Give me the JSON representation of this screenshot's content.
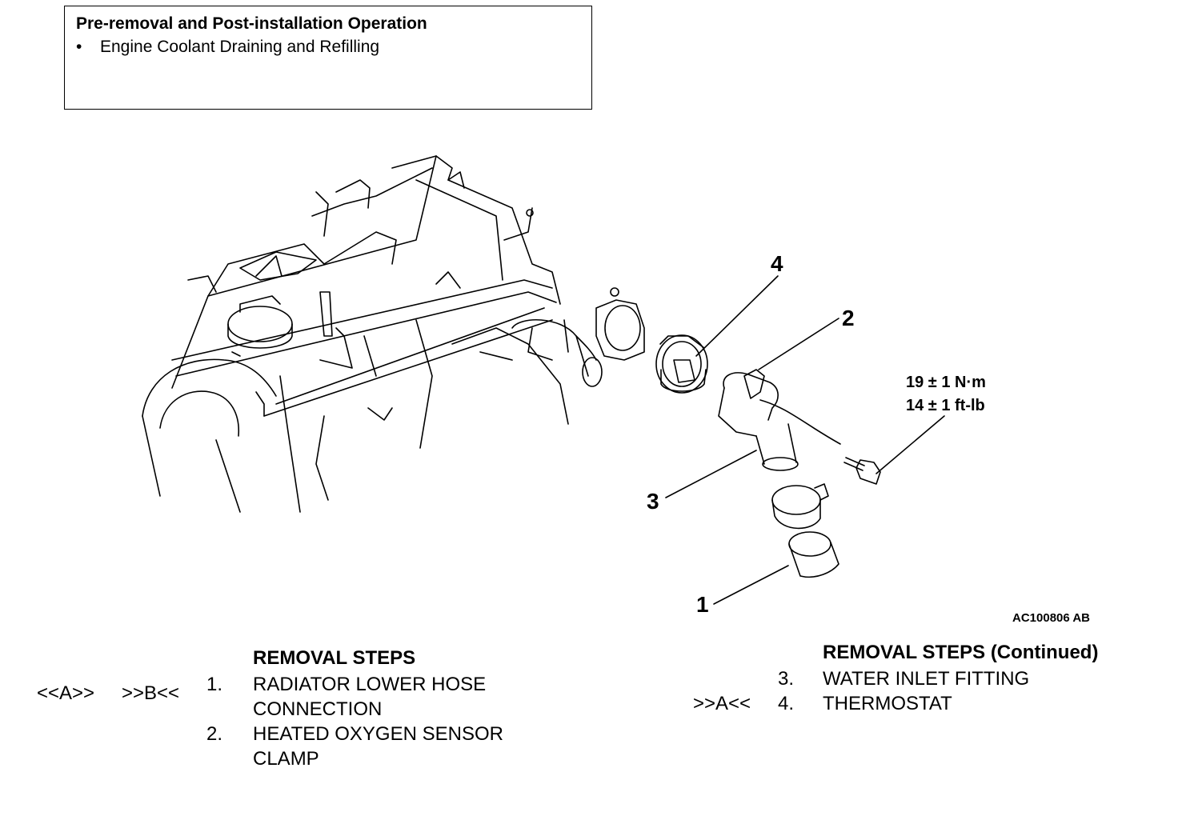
{
  "pre_operation": {
    "title": "Pre-removal and Post-installation Operation",
    "bullet": "•",
    "items": [
      "Engine Coolant Draining and Refilling"
    ]
  },
  "callouts": {
    "c1": "1",
    "c2": "2",
    "c3": "3",
    "c4": "4"
  },
  "torque": {
    "line1": "19 ± 1 N·m",
    "line2": "14 ± 1 ft-lb"
  },
  "figure_code": "AC100806 AB",
  "removal_steps": {
    "heading": "REMOVAL STEPS",
    "steps": [
      {
        "marks": [
          "<<A>>",
          ">>B<<"
        ],
        "num": "1.",
        "lines": [
          "RADIATOR LOWER HOSE",
          "CONNECTION"
        ]
      },
      {
        "marks": [],
        "num": "2.",
        "lines": [
          "HEATED OXYGEN SENSOR",
          "CLAMP"
        ]
      }
    ]
  },
  "removal_steps_continued": {
    "heading": "REMOVAL STEPS (Continued)",
    "steps": [
      {
        "marks": [],
        "num": "3.",
        "lines": [
          "WATER INLET FITTING"
        ]
      },
      {
        "marks": [
          ">>A<<"
        ],
        "num": "4.",
        "lines": [
          "THERMOSTAT"
        ]
      }
    ]
  }
}
